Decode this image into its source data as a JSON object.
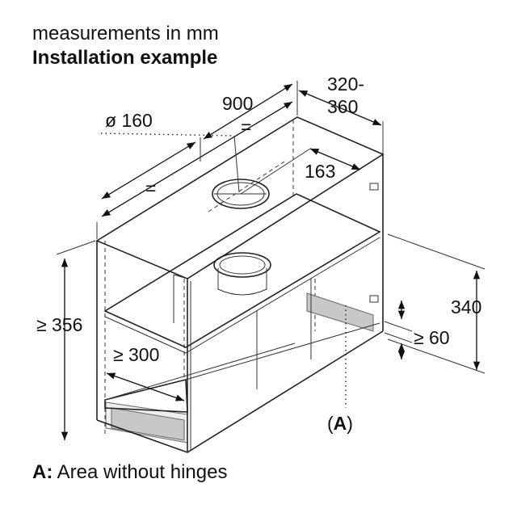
{
  "header": {
    "subtitle": "measurements in mm",
    "title": "Installation example"
  },
  "dimensions": {
    "width": "900",
    "depth_line1": "320-",
    "depth_line2": "360",
    "duct_diameter": "ø 160",
    "equal_left": "=",
    "equal_right": "=",
    "duct_offset": "163",
    "min_height": "≥ 356",
    "height": "340",
    "min_gap": "≥ 60",
    "min_bottom_depth": "≥ 300"
  },
  "callout": {
    "label_prefix": "(",
    "label_letter": "A",
    "label_suffix": ")"
  },
  "footnote": {
    "key": "A:",
    "text": " Area without hinges"
  }
}
